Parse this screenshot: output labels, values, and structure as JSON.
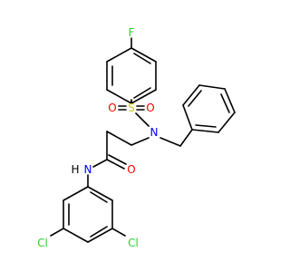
{
  "molecule": {
    "atoms": {
      "F": "F",
      "S": "S",
      "O_left": "O",
      "O_right": "O",
      "N_sulfonamide": "N",
      "O_carbonyl": "O",
      "N_amide": "N",
      "H_amide": "H",
      "Cl_left": "Cl",
      "Cl_right": "Cl"
    },
    "colors": {
      "bond": "#000000",
      "F": "#33cc33",
      "S": "#cccc00",
      "O": "#ff0000",
      "N": "#0000ff",
      "H": "#000000",
      "Cl": "#33cc33"
    }
  }
}
